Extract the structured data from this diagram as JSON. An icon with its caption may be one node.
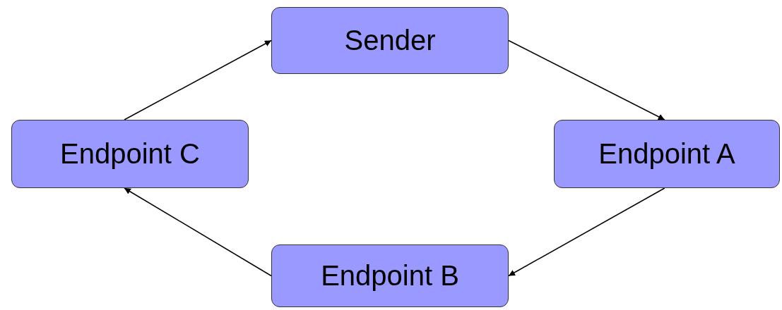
{
  "diagram": {
    "nodes": [
      {
        "text": [
          "Sender"
        ]
      },
      {
        "text": [
          "Endpoint C"
        ]
      },
      {
        "text": [
          "Endpoint A"
        ]
      },
      {
        "text": [
          "Endpoint B"
        ]
      }
    ],
    "edges": [
      {
        "from": 0,
        "to": 2,
        "arrow": "to"
      },
      {
        "from": 2,
        "to": 3,
        "arrow": "to"
      },
      {
        "from": 3,
        "to": 1,
        "arrow": "to"
      },
      {
        "from": 1,
        "to": 0,
        "arrow": "to"
      }
    ]
  }
}
